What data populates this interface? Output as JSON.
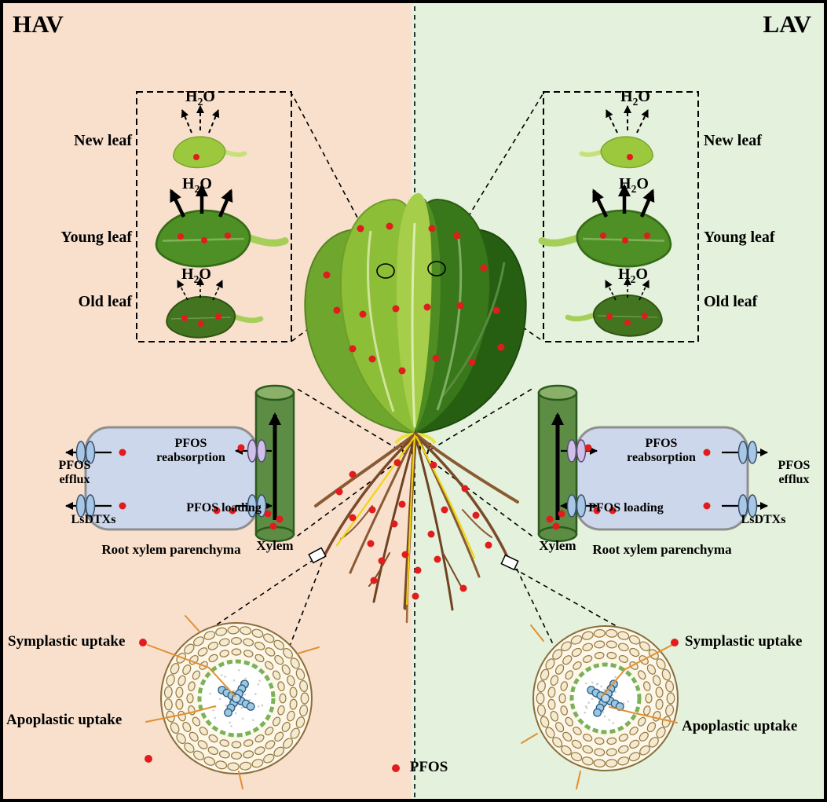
{
  "header": {
    "left_label": "HAV",
    "right_label": "LAV"
  },
  "colors": {
    "left-bg": "#f8e0cd",
    "right-bg": "#e4f1dc",
    "pfos-red": "#e11c1c",
    "xylem-green": "#5d8c45",
    "parenchyma-blue": "#cdd7ec",
    "highlight-yellow": "#f0d50c"
  },
  "leaf_inset": {
    "h2o": {
      "h": "H",
      "sub": "2",
      "o": "O"
    },
    "rows": {
      "new": "New leaf",
      "young": "Young leaf",
      "old": "Old leaf"
    }
  },
  "xylem_panel": {
    "reabsorption_line1": "PFOS",
    "reabsorption_line2": "reabsorption",
    "loading": "PFOS loading",
    "efflux_line1": "PFOS",
    "efflux_line2": "efflux",
    "transporter": "LsDTXs",
    "parenchyma": "Root xylem parenchyma",
    "xylem": "Xylem"
  },
  "root_section": {
    "symplastic": "Symplastic uptake",
    "apoplastic": "Apoplastic uptake"
  },
  "legend": {
    "pfos": "PFOS"
  }
}
